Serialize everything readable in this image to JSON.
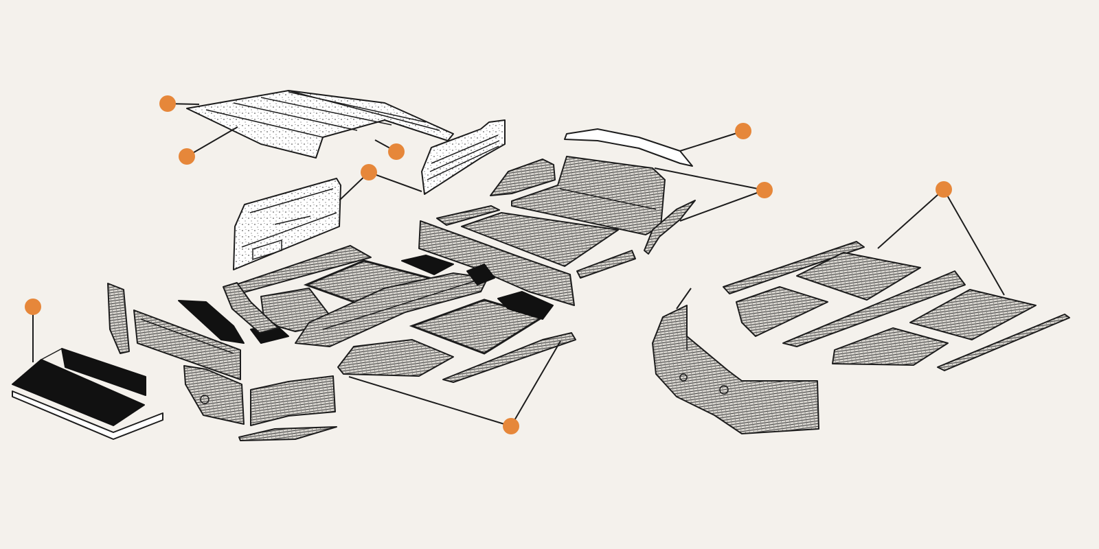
{
  "colors": {
    "background": "#f4f1ec",
    "callout": "#e6873a",
    "line": "#1c1c1c",
    "dark_part": "#111111"
  },
  "callouts": [
    {
      "name": "headlining-rear-callout"
    },
    {
      "name": "headlining-front-callout"
    },
    {
      "name": "headlining-side-callout"
    },
    {
      "name": "door-cards-callout"
    },
    {
      "name": "parcel-shelf-callout"
    },
    {
      "name": "boot-trim-callout"
    },
    {
      "name": "rhd-carpet-set-callout"
    },
    {
      "name": "sound-deadening-callout"
    },
    {
      "name": "floor-carpet-set-callout"
    }
  ]
}
